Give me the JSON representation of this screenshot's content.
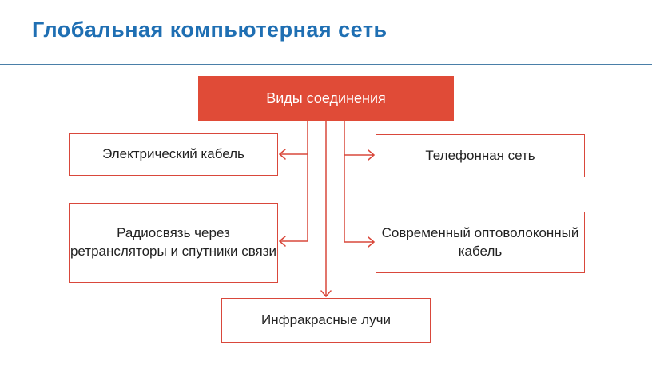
{
  "title": "Глобальная компьютерная сеть",
  "diagram": {
    "root": "Виды соединения",
    "electric_cable": "Электрический кабель",
    "radio": "Радиосвязь через ретрансляторы и спутники связи",
    "phone_network": "Телефонная сеть",
    "fiber": "Современный оптоволоконный кабель",
    "infrared": "Инфракрасные лучи"
  },
  "colors": {
    "title": "#1f6fb3",
    "accent": "#e04b37",
    "box_border": "#d9483b",
    "connector": "#d9483b",
    "rule": "#4a7fa8"
  }
}
